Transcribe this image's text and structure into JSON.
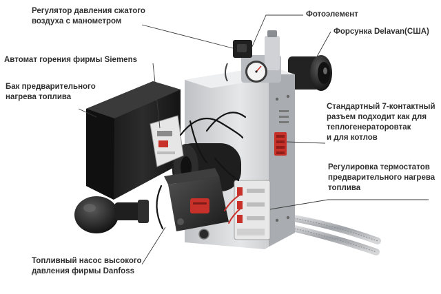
{
  "callouts": {
    "regulator": {
      "lines": [
        "Регулятор давления сжатого",
        "воздуха с манометром"
      ]
    },
    "photocell": {
      "lines": [
        "Фотоэлемент"
      ]
    },
    "nozzle": {
      "lines": [
        "Форсунка Delavan(США)"
      ]
    },
    "controller": {
      "lines": [
        "Автомат горения фирмы Siemens"
      ]
    },
    "tank": {
      "lines": [
        "Бак предварительного",
        "нагрева топлива"
      ]
    },
    "connector": {
      "lines": [
        "Стандартный 7-контактный",
        "разъем подходит как для",
        "теплогенераторовтак",
        "и для котлов"
      ]
    },
    "thermostat": {
      "lines": [
        "Регулировка термостатов",
        "предварительного нагрева",
        "топлива"
      ]
    },
    "pump": {
      "lines": [
        "Топливный насос высокого",
        "давления фирмы Danfoss"
      ]
    }
  },
  "colors": {
    "leader": "#3a3a3a",
    "housing": "#d9dadc",
    "tank": "#1b1b1b",
    "motor": "#2b2b2b",
    "accent_red": "#c8302a"
  }
}
